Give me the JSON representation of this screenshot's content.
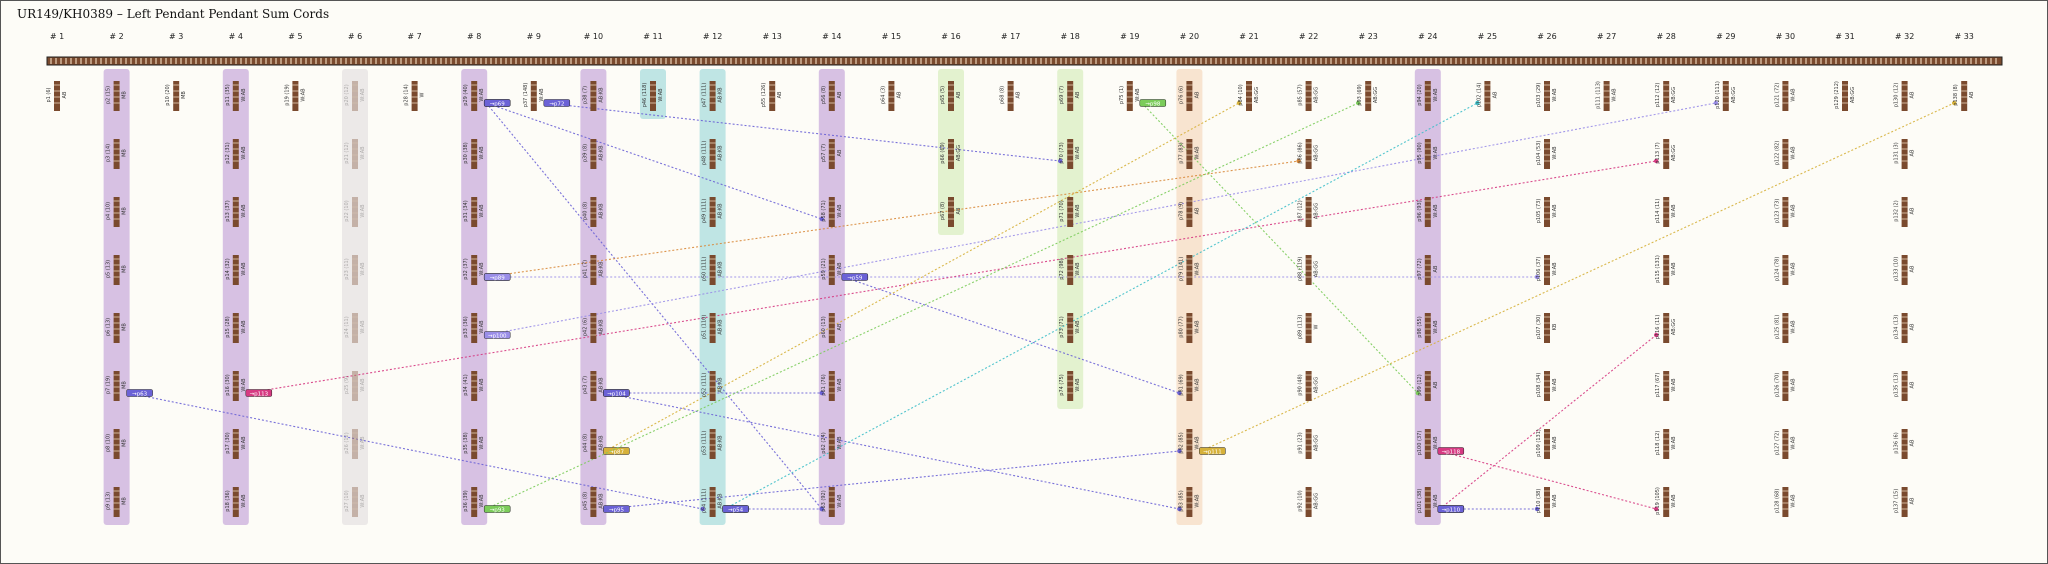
{
  "title": "UR149/KH0389 – Left Pendant Pendant Sum Cords",
  "colors": {
    "main_cord": "#7a4a2e",
    "cord_brown": "#7a4a2e",
    "highlight_purple": "#c9aedc",
    "highlight_teal": "#a9dedd",
    "highlight_green": "#d9efc1",
    "highlight_peach": "#f6dcc3",
    "highlight_grey": "#e6e3e3",
    "link_blue": "#6b62d6",
    "link_orange": "#d98a3b",
    "link_pink": "#d63a82",
    "link_green": "#7bcc5a",
    "link_teal": "#3fbfc9",
    "link_gold": "#d6b13a",
    "link_lavender": "#9a8ee8"
  },
  "columns": [
    {
      "label": "# 1",
      "highlight": "",
      "cords": [
        {
          "id": "p1",
          "knots": "6",
          "color": "AB"
        }
      ]
    },
    {
      "label": "# 2",
      "highlight": "purple",
      "cords": [
        {
          "id": "p2",
          "knots": "15",
          "color": "MB"
        },
        {
          "id": "p3",
          "knots": "14",
          "color": "MB"
        },
        {
          "id": "p4",
          "knots": "10",
          "color": "MB"
        },
        {
          "id": "p5",
          "knots": "13",
          "color": "MB"
        },
        {
          "id": "p6",
          "knots": "13",
          "color": "MB"
        },
        {
          "id": "p7",
          "knots": "19",
          "color": "MB"
        },
        {
          "id": "p8",
          "knots": "10",
          "color": "MB"
        },
        {
          "id": "p9",
          "knots": "13",
          "color": "MB"
        }
      ]
    },
    {
      "label": "# 3",
      "highlight": "",
      "cords": [
        {
          "id": "p10",
          "knots": "20",
          "color": "MB"
        }
      ]
    },
    {
      "label": "# 4",
      "highlight": "purple",
      "cords": [
        {
          "id": "p11",
          "knots": "35",
          "color": "W:AB"
        },
        {
          "id": "p12",
          "knots": "31",
          "color": "W:AB"
        },
        {
          "id": "p13",
          "knots": "37",
          "color": "W:AB"
        },
        {
          "id": "p14",
          "knots": "32",
          "color": "W:AB"
        },
        {
          "id": "p15",
          "knots": "28",
          "color": "W:AB"
        },
        {
          "id": "p16",
          "knots": "30",
          "color": "W:AB"
        },
        {
          "id": "p17",
          "knots": "30",
          "color": "W:AB"
        },
        {
          "id": "p18",
          "knots": "36",
          "color": "W:AB"
        }
      ]
    },
    {
      "label": "# 5",
      "highlight": "",
      "cords": [
        {
          "id": "p19",
          "knots": "19",
          "color": "W:AB"
        }
      ]
    },
    {
      "label": "# 6",
      "highlight": "grey",
      "cords": [
        {
          "id": "p20",
          "knots": "12",
          "color": "W:AB"
        },
        {
          "id": "p21",
          "knots": "12",
          "color": "W:AB"
        },
        {
          "id": "p22",
          "knots": "10",
          "color": "W:AB"
        },
        {
          "id": "p23",
          "knots": "11",
          "color": "W:AB"
        },
        {
          "id": "p24",
          "knots": "11",
          "color": "W:AB"
        },
        {
          "id": "p25",
          "knots": "9",
          "color": "W:AB"
        },
        {
          "id": "p26",
          "knots": "12",
          "color": "W:AB"
        },
        {
          "id": "p27",
          "knots": "10",
          "color": "W:AB"
        }
      ]
    },
    {
      "label": "# 7",
      "highlight": "",
      "cords": [
        {
          "id": "p28",
          "knots": "14",
          "color": "W"
        }
      ]
    },
    {
      "label": "# 8",
      "highlight": "purple",
      "cords": [
        {
          "id": "p29",
          "knots": "40",
          "color": "W:AB"
        },
        {
          "id": "p30",
          "knots": "38",
          "color": "W:AB"
        },
        {
          "id": "p31",
          "knots": "34",
          "color": "W:AB"
        },
        {
          "id": "p32",
          "knots": "37",
          "color": "W:AB"
        },
        {
          "id": "p33",
          "knots": "36",
          "color": "W:AB"
        },
        {
          "id": "p34",
          "knots": "41",
          "color": "W:AB"
        },
        {
          "id": "p35",
          "knots": "38",
          "color": "W:AB"
        },
        {
          "id": "p36",
          "knots": "39",
          "color": "W:AB"
        }
      ]
    },
    {
      "label": "# 9",
      "highlight": "",
      "cords": [
        {
          "id": "p37",
          "knots": "148",
          "color": "W:AB"
        }
      ]
    },
    {
      "label": "# 10",
      "highlight": "purple",
      "cords": [
        {
          "id": "p38",
          "knots": "7",
          "color": "AB:KB"
        },
        {
          "id": "p39",
          "knots": "8",
          "color": "AB:KB"
        },
        {
          "id": "p40",
          "knots": "8",
          "color": "AB:KB"
        },
        {
          "id": "p41",
          "knots": "7",
          "color": "AB:KB"
        },
        {
          "id": "p42",
          "knots": "6",
          "color": "AB:KB"
        },
        {
          "id": "p43",
          "knots": "7",
          "color": "AB:KB"
        },
        {
          "id": "p44",
          "knots": "8",
          "color": "AB:KB"
        },
        {
          "id": "p45",
          "knots": "8",
          "color": "AB:KB"
        }
      ]
    },
    {
      "label": "# 11",
      "highlight": "teal",
      "cords": [
        {
          "id": "p46",
          "knots": "118",
          "color": "W:AB"
        }
      ]
    },
    {
      "label": "# 12",
      "highlight": "teal",
      "cords": [
        {
          "id": "p47",
          "knots": "111",
          "color": "AB:KB"
        },
        {
          "id": "p48",
          "knots": "111",
          "color": "AB:KB"
        },
        {
          "id": "p49",
          "knots": "111",
          "color": "AB:KB"
        },
        {
          "id": "p50",
          "knots": "111",
          "color": "AB:KB"
        },
        {
          "id": "p51",
          "knots": "110",
          "color": "AB:KB"
        },
        {
          "id": "p52",
          "knots": "111",
          "color": "AB:KB"
        },
        {
          "id": "p53",
          "knots": "111",
          "color": "AB:KB"
        },
        {
          "id": "p54",
          "knots": "111",
          "color": "AB:KB"
        }
      ]
    },
    {
      "label": "# 13",
      "highlight": "",
      "cords": [
        {
          "id": "p55",
          "knots": "126",
          "color": "AB"
        }
      ]
    },
    {
      "label": "# 14",
      "highlight": "purple",
      "cords": [
        {
          "id": "p56",
          "knots": "8",
          "color": "AB"
        },
        {
          "id": "p57",
          "knots": "7",
          "color": "AB"
        },
        {
          "id": "p58",
          "knots": "71",
          "color": "W:AB"
        },
        {
          "id": "p59",
          "knots": "21",
          "color": "W:AB"
        },
        {
          "id": "p60",
          "knots": "13",
          "color": "AB"
        },
        {
          "id": "p61",
          "knots": "76",
          "color": "W:AB"
        },
        {
          "id": "p62",
          "knots": "24",
          "color": "W:AB"
        },
        {
          "id": "p63",
          "knots": "92",
          "color": "W:AB"
        }
      ]
    },
    {
      "label": "# 15",
      "highlight": "",
      "cords": [
        {
          "id": "p64",
          "knots": "3",
          "color": "AB"
        }
      ]
    },
    {
      "label": "# 16",
      "highlight": "green",
      "cords": [
        {
          "id": "p65",
          "knots": "5",
          "color": "AB"
        },
        {
          "id": "p66",
          "knots": "69",
          "color": "AB:GG"
        },
        {
          "id": "p67",
          "knots": "8",
          "color": "AB"
        }
      ]
    },
    {
      "label": "# 17",
      "highlight": "",
      "cords": [
        {
          "id": "p68",
          "knots": "8",
          "color": "AB"
        }
      ]
    },
    {
      "label": "# 18",
      "highlight": "green",
      "cords": [
        {
          "id": "p69",
          "knots": "7",
          "color": "AB"
        },
        {
          "id": "p70",
          "knots": "73",
          "color": "W:AB"
        },
        {
          "id": "p71",
          "knots": "70",
          "color": "W:AB"
        },
        {
          "id": "p72",
          "knots": "98",
          "color": "W:AB"
        },
        {
          "id": "p73",
          "knots": "71",
          "color": "W:AB"
        },
        {
          "id": "p74",
          "knots": "75",
          "color": "W:AB"
        }
      ]
    },
    {
      "label": "# 19",
      "highlight": "",
      "cords": [
        {
          "id": "p75",
          "knots": "1",
          "color": "W:AB"
        }
      ]
    },
    {
      "label": "# 20",
      "highlight": "peach",
      "cords": [
        {
          "id": "p76",
          "knots": "6",
          "color": "AB"
        },
        {
          "id": "p77",
          "knots": "83",
          "color": "W:AB"
        },
        {
          "id": "p78",
          "knots": "9",
          "color": "AB"
        },
        {
          "id": "p79",
          "knots": "141",
          "color": "W:AB"
        },
        {
          "id": "p80",
          "knots": "77",
          "color": "W:AB"
        },
        {
          "id": "p81",
          "knots": "69",
          "color": "W:AB"
        },
        {
          "id": "p82",
          "knots": "85",
          "color": "W:AB"
        },
        {
          "id": "p83",
          "knots": "85",
          "color": "W:AB"
        }
      ]
    },
    {
      "label": "# 21",
      "highlight": "",
      "cords": [
        {
          "id": "p84",
          "knots": "10",
          "color": "AB:GG"
        }
      ]
    },
    {
      "label": "# 22",
      "highlight": "",
      "cords": [
        {
          "id": "p85",
          "knots": "57",
          "color": "AB:GG"
        },
        {
          "id": "p86",
          "knots": "86",
          "color": "AB:GG"
        },
        {
          "id": "p87",
          "knots": "12",
          "color": "AB:GG"
        },
        {
          "id": "p88",
          "knots": "119",
          "color": "AB:GG"
        },
        {
          "id": "p89",
          "knots": "113",
          "color": "W"
        },
        {
          "id": "p90",
          "knots": "48",
          "color": "AB:GG"
        },
        {
          "id": "p91",
          "knots": "23",
          "color": "AB:GG"
        },
        {
          "id": "p92",
          "knots": "10",
          "color": "AB:GG"
        }
      ]
    },
    {
      "label": "# 23",
      "highlight": "",
      "cords": [
        {
          "id": "p93",
          "knots": "69",
          "color": "AB:GG"
        }
      ]
    },
    {
      "label": "# 24",
      "highlight": "purple",
      "cords": [
        {
          "id": "p94",
          "knots": "20",
          "color": "W:AB"
        },
        {
          "id": "p95",
          "knots": "90",
          "color": "W:AB"
        },
        {
          "id": "p96",
          "knots": "93",
          "color": "W:AB"
        },
        {
          "id": "p97",
          "knots": "72",
          "color": "AB"
        },
        {
          "id": "p98",
          "knots": "55",
          "color": "W:AB"
        },
        {
          "id": "p99",
          "knots": "12",
          "color": "AB"
        },
        {
          "id": "p100",
          "knots": "37",
          "color": "W:AB"
        },
        {
          "id": "p101",
          "knots": "38",
          "color": "W:AB"
        }
      ]
    },
    {
      "label": "# 25",
      "highlight": "",
      "cords": [
        {
          "id": "p102",
          "knots": "14",
          "color": "AB"
        }
      ]
    },
    {
      "label": "# 26",
      "highlight": "",
      "cords": [
        {
          "id": "p103",
          "knots": "29",
          "color": "W:AB"
        },
        {
          "id": "p104",
          "knots": "53",
          "color": "W:AB"
        },
        {
          "id": "p105",
          "knots": "73",
          "color": "W:AB"
        },
        {
          "id": "p106",
          "knots": "37",
          "color": "W:AB"
        },
        {
          "id": "p107",
          "knots": "30",
          "color": "KB"
        },
        {
          "id": "p108",
          "knots": "34",
          "color": "W:AB"
        },
        {
          "id": "p109",
          "knots": "131",
          "color": "W:AB"
        },
        {
          "id": "p110",
          "knots": "38",
          "color": "W:AB"
        }
      ]
    },
    {
      "label": "# 27",
      "highlight": "",
      "cords": [
        {
          "id": "p111",
          "knots": "113",
          "color": "W:AB"
        }
      ]
    },
    {
      "label": "# 28",
      "highlight": "",
      "cords": [
        {
          "id": "p112",
          "knots": "12",
          "color": "AB:GG"
        },
        {
          "id": "p113",
          "knots": "7",
          "color": "AB:GG"
        },
        {
          "id": "p114",
          "knots": "11",
          "color": "W:AB"
        },
        {
          "id": "p115",
          "knots": "131",
          "color": "W:AB"
        },
        {
          "id": "p116",
          "knots": "11",
          "color": "AB:GG"
        },
        {
          "id": "p117",
          "knots": "67",
          "color": "W:AB"
        },
        {
          "id": "p118",
          "knots": "12",
          "color": "W:AB"
        },
        {
          "id": "p119",
          "knots": "105",
          "color": "W:AB"
        }
      ]
    },
    {
      "label": "# 29",
      "highlight": "",
      "cords": [
        {
          "id": "p120",
          "knots": "111",
          "color": "AB:GG"
        }
      ]
    },
    {
      "label": "# 30",
      "highlight": "",
      "cords": [
        {
          "id": "p121",
          "knots": "72",
          "color": "W:AB"
        },
        {
          "id": "p122",
          "knots": "82",
          "color": "W:AB"
        },
        {
          "id": "p123",
          "knots": "73",
          "color": "W:AB"
        },
        {
          "id": "p124",
          "knots": "78",
          "color": "W:AB"
        },
        {
          "id": "p125",
          "knots": "81",
          "color": "W:AB"
        },
        {
          "id": "p126",
          "knots": "70",
          "color": "W:AB"
        },
        {
          "id": "p127",
          "knots": "72",
          "color": "W:AB"
        },
        {
          "id": "p128",
          "knots": "68",
          "color": "W:AB"
        }
      ]
    },
    {
      "label": "# 31",
      "highlight": "",
      "cords": [
        {
          "id": "p129",
          "knots": "212",
          "color": "AB:GG"
        }
      ]
    },
    {
      "label": "# 32",
      "highlight": "",
      "cords": [
        {
          "id": "p130",
          "knots": "12",
          "color": "AB"
        },
        {
          "id": "p131",
          "knots": "3",
          "color": "AB"
        },
        {
          "id": "p132",
          "knots": "2",
          "color": "AB"
        },
        {
          "id": "p133",
          "knots": "10",
          "color": "AB"
        },
        {
          "id": "p134",
          "knots": "13",
          "color": "AB"
        },
        {
          "id": "p135",
          "knots": "13",
          "color": "AB"
        },
        {
          "id": "p136",
          "knots": "6",
          "color": "AB"
        },
        {
          "id": "p137",
          "knots": "15",
          "color": "AB"
        }
      ]
    },
    {
      "label": "# 33",
      "highlight": "",
      "cords": [
        {
          "id": "p138",
          "knots": "8",
          "color": "AB"
        }
      ]
    }
  ],
  "sum_links": [
    {
      "tag": "→p58",
      "color": "link_blue",
      "from": [
        7,
        0
      ],
      "to": [
        13,
        2
      ]
    },
    {
      "tag": "→p69",
      "color": "link_blue",
      "from": [
        7,
        0
      ],
      "to": [
        13,
        7
      ]
    },
    {
      "tag": "→p72",
      "color": "link_blue",
      "from": [
        8,
        0
      ],
      "to": [
        17,
        1
      ]
    },
    {
      "tag": "→p80",
      "color": "link_orange",
      "from": [
        7,
        3
      ],
      "to": [
        21,
        1
      ]
    },
    {
      "tag": "→p89",
      "color": "link_lavender",
      "from": [
        7,
        3
      ],
      "to": [
        25,
        3
      ]
    },
    {
      "tag": "→p100",
      "color": "link_lavender",
      "from": [
        7,
        4
      ],
      "to": [
        28,
        0
      ]
    },
    {
      "tag": "→p113",
      "color": "link_pink",
      "from": [
        3,
        5
      ],
      "to": [
        27,
        1
      ]
    },
    {
      "tag": "→p63",
      "color": "link_blue",
      "from": [
        1,
        5
      ],
      "to": [
        11,
        7
      ]
    },
    {
      "tag": "→p62",
      "color": "link_blue",
      "from": [
        9,
        5
      ],
      "to": [
        13,
        5
      ]
    },
    {
      "tag": "→p104",
      "color": "link_blue",
      "from": [
        9,
        5
      ],
      "to": [
        19,
        7
      ]
    },
    {
      "tag": "→p87",
      "color": "link_gold",
      "from": [
        9,
        6
      ],
      "to": [
        20,
        0
      ]
    },
    {
      "tag": "→p93",
      "color": "link_green",
      "from": [
        7,
        7
      ],
      "to": [
        22,
        0
      ]
    },
    {
      "tag": "→p95",
      "color": "link_blue",
      "from": [
        9,
        7
      ],
      "to": [
        19,
        6
      ]
    },
    {
      "tag": "→p102",
      "color": "link_teal",
      "from": [
        11,
        7
      ],
      "to": [
        24,
        0
      ]
    },
    {
      "tag": "→p111",
      "color": "link_gold",
      "from": [
        19,
        6
      ],
      "to": [
        32,
        0
      ]
    },
    {
      "tag": "→p98",
      "color": "link_green",
      "from": [
        18,
        0
      ],
      "to": [
        23,
        5
      ]
    },
    {
      "tag": "→p118",
      "color": "link_pink",
      "from": [
        23,
        6
      ],
      "to": [
        27,
        7
      ]
    },
    {
      "tag": "→p116",
      "color": "link_pink",
      "from": [
        23,
        7
      ],
      "to": [
        27,
        4
      ]
    },
    {
      "tag": "→p110",
      "color": "link_blue",
      "from": [
        23,
        7
      ],
      "to": [
        25,
        7
      ]
    },
    {
      "tag": "→p59",
      "color": "link_blue",
      "from": [
        13,
        3
      ],
      "to": [
        19,
        5
      ]
    },
    {
      "tag": "→p54",
      "color": "link_blue",
      "from": [
        11,
        7
      ],
      "to": [
        13,
        7
      ]
    }
  ]
}
